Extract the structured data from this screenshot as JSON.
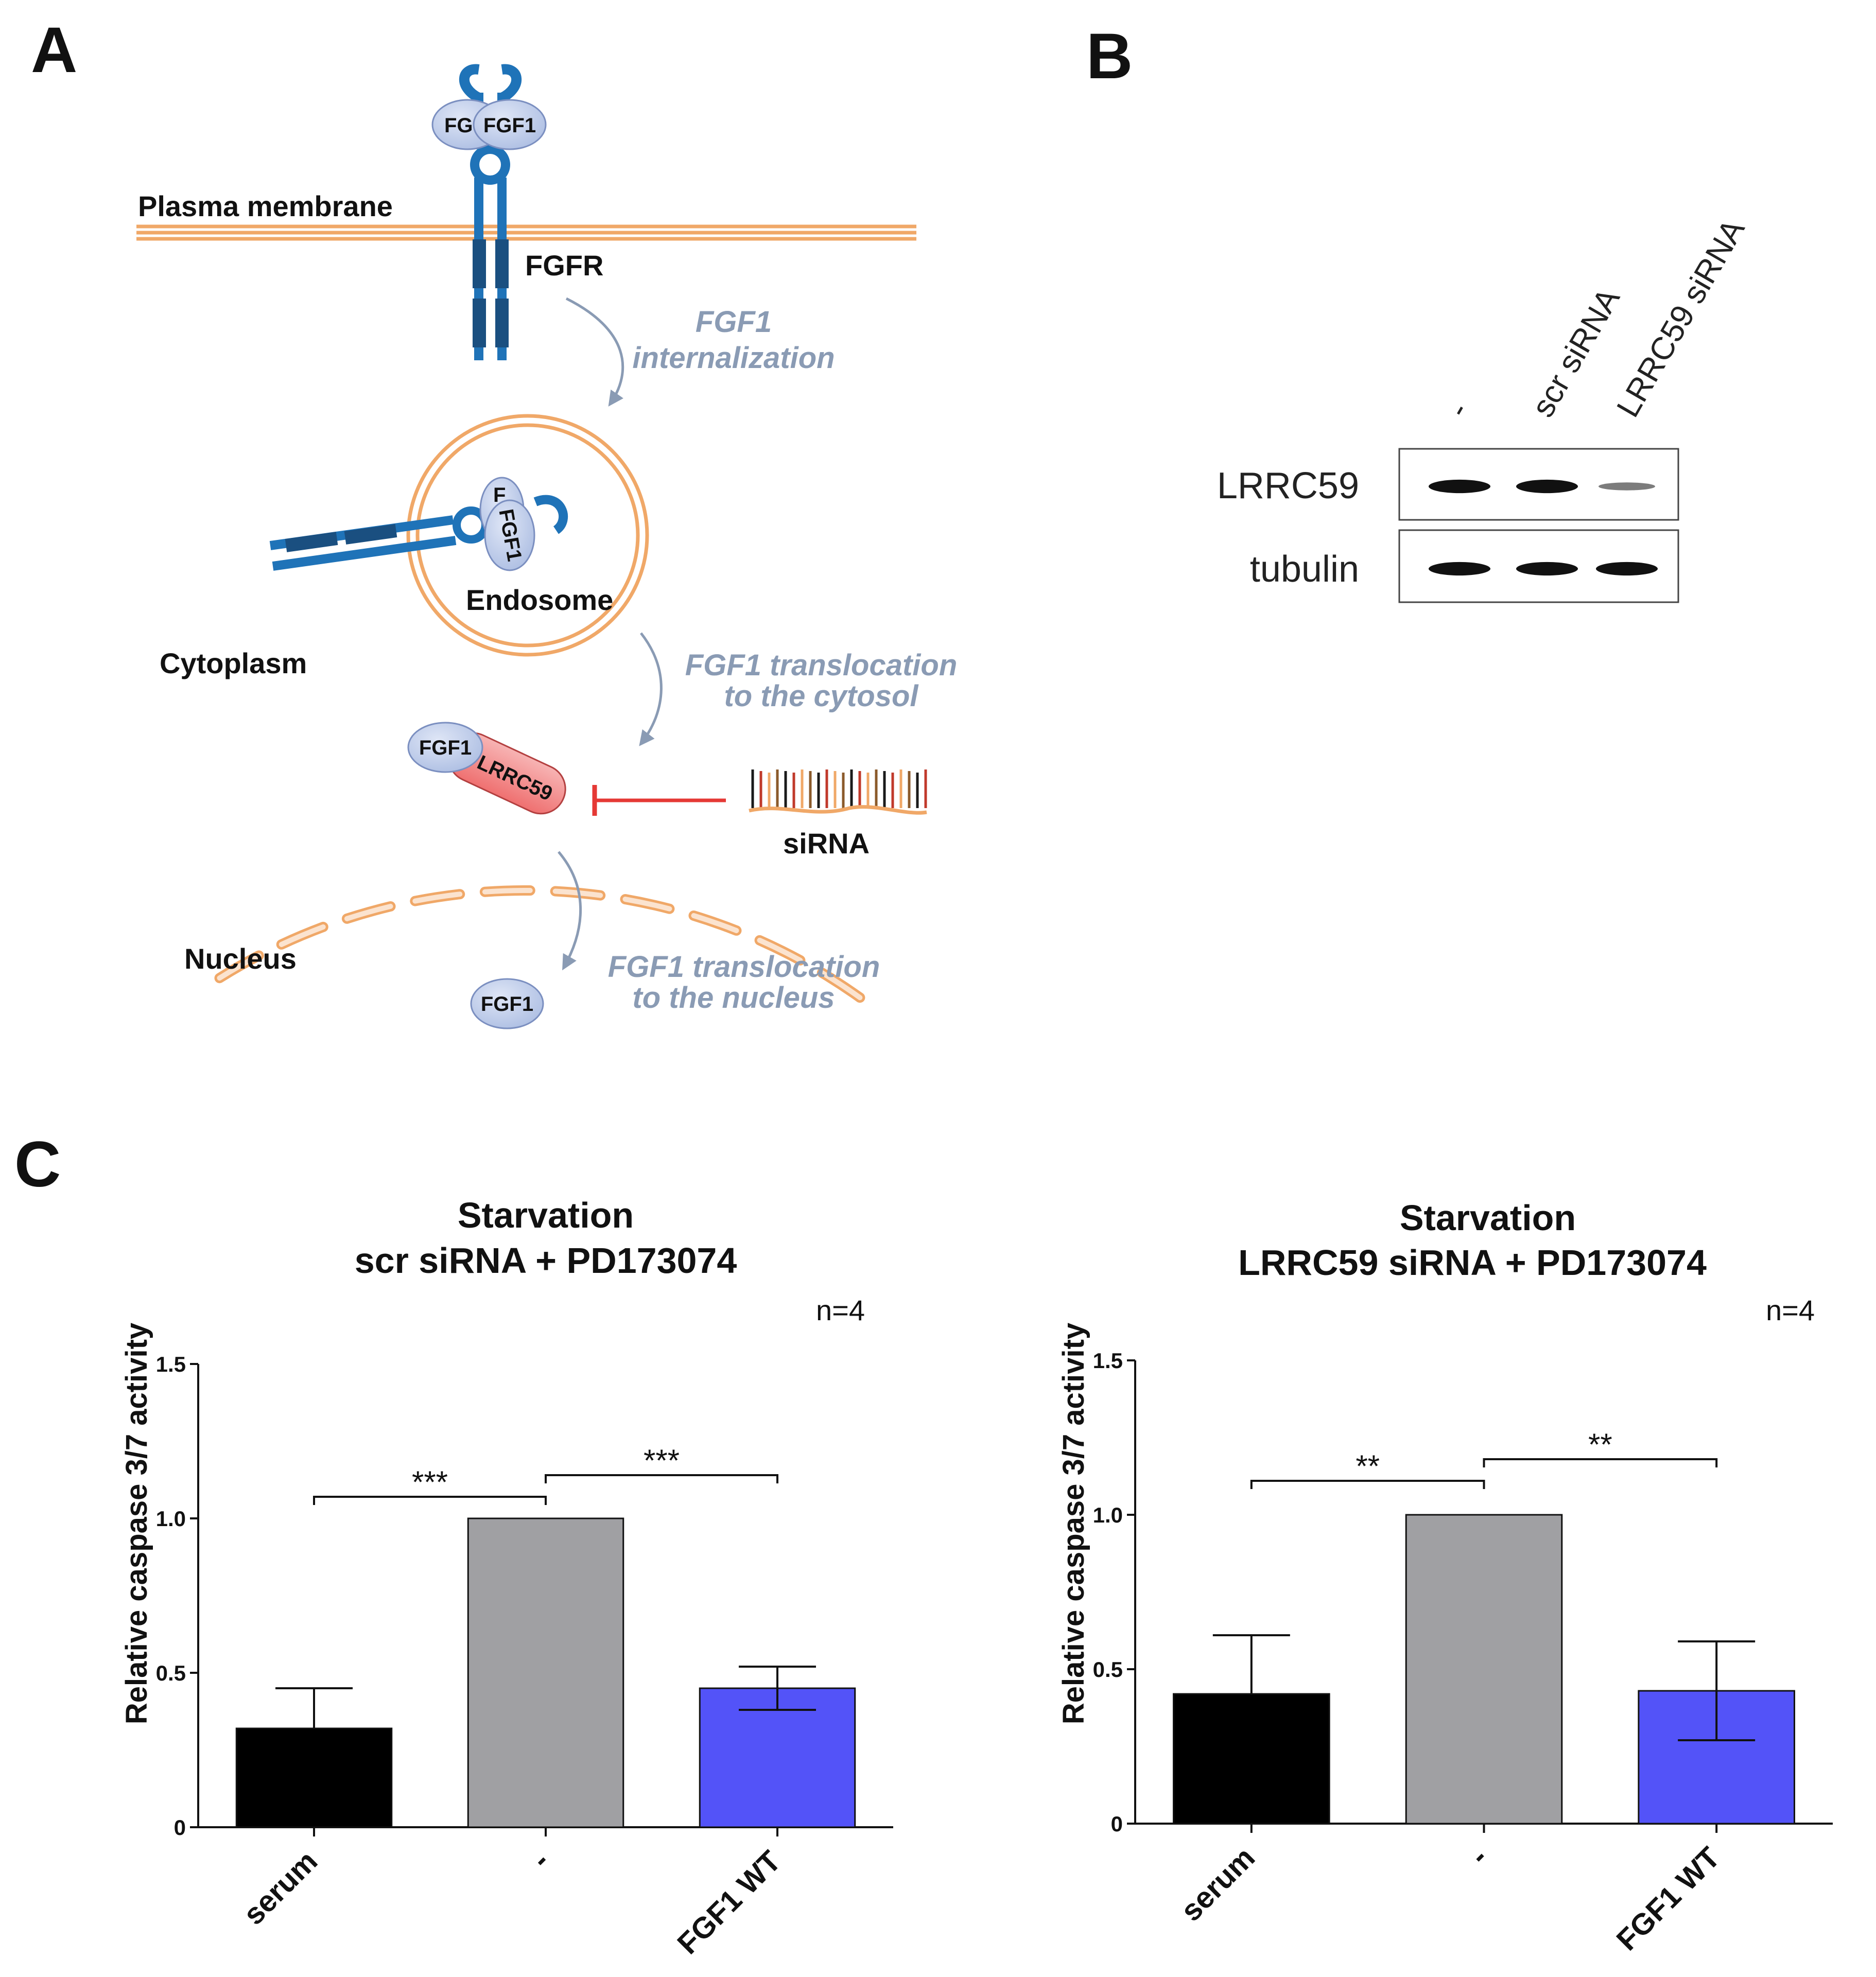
{
  "panels": {
    "a": {
      "letter": "A",
      "plasma_membrane": "Plasma membrane",
      "receptor": "FGFR",
      "step_internalization": [
        "FGF1",
        "internalization"
      ],
      "endosome": "Endosome",
      "cytoplasm": "Cytoplasm",
      "step_cytosol": [
        "FGF1 translocation",
        "to the cytosol"
      ],
      "lrrc59": "LRRC59",
      "sirna": "siRNA",
      "nucleus": "Nucleus",
      "step_nucleus": [
        "FGF1 translocation",
        "to the nucleus"
      ],
      "fgf1_full": "FGF1",
      "fgf1_partial_top": "FG",
      "fgf1_partial_endosome": "F",
      "colors": {
        "receptor": "#1f73b8",
        "membrane": "#f0a868",
        "fgf1": "#b9c7e6",
        "lrrc59": "#f07a7a",
        "inhibit": "#e53935",
        "arrow": "#8a9bb4"
      }
    },
    "b": {
      "letter": "B",
      "lanes": [
        "-",
        "scr siRNA",
        "LRRC59 siRNA"
      ],
      "rows": [
        {
          "label": "LRRC59",
          "intensities": [
            0.9,
            0.9,
            0.3
          ]
        },
        {
          "label": "tubulin",
          "intensities": [
            0.9,
            0.9,
            0.9
          ]
        }
      ]
    },
    "c": {
      "letter": "C"
    }
  },
  "chart_data": [
    {
      "type": "bar",
      "title": [
        "Starvation",
        "scr siRNA + PD173074"
      ],
      "n_label": "n=4",
      "ylabel": "Relative caspase 3/7 activity",
      "ylim": [
        0,
        1.5
      ],
      "ytick_labels": [
        "0",
        "0.5",
        "1.0",
        "1.5"
      ],
      "categories": [
        "serum",
        "-",
        "FGF1 WT"
      ],
      "values": [
        0.32,
        1.0,
        0.45
      ],
      "errors": [
        0.13,
        0.0,
        0.07
      ],
      "colors": [
        "#000000",
        "#a0a0a3",
        "#5353f8"
      ],
      "error_bar_down": [
        false,
        false,
        true
      ],
      "significance": [
        {
          "from": 0,
          "to": 1,
          "label": "***",
          "y": 1.07
        },
        {
          "from": 1,
          "to": 2,
          "label": "***",
          "y": 1.14
        }
      ]
    },
    {
      "type": "bar",
      "title": [
        "Starvation",
        "LRRC59 siRNA + PD173074"
      ],
      "n_label": "n=4",
      "ylabel": "Relative caspase 3/7 activity",
      "ylim": [
        0,
        1.5
      ],
      "ytick_labels": [
        "0",
        "0.5",
        "1.0",
        "1.5"
      ],
      "categories": [
        "serum",
        "-",
        "FGF1 WT"
      ],
      "values": [
        0.42,
        1.0,
        0.43
      ],
      "errors": [
        0.19,
        0.0,
        0.16
      ],
      "colors": [
        "#000000",
        "#a0a0a3",
        "#5353f8"
      ],
      "error_bar_down": [
        false,
        false,
        true
      ],
      "significance": [
        {
          "from": 0,
          "to": 1,
          "label": "**",
          "y": 1.11
        },
        {
          "from": 1,
          "to": 2,
          "label": "**",
          "y": 1.18
        }
      ]
    }
  ]
}
